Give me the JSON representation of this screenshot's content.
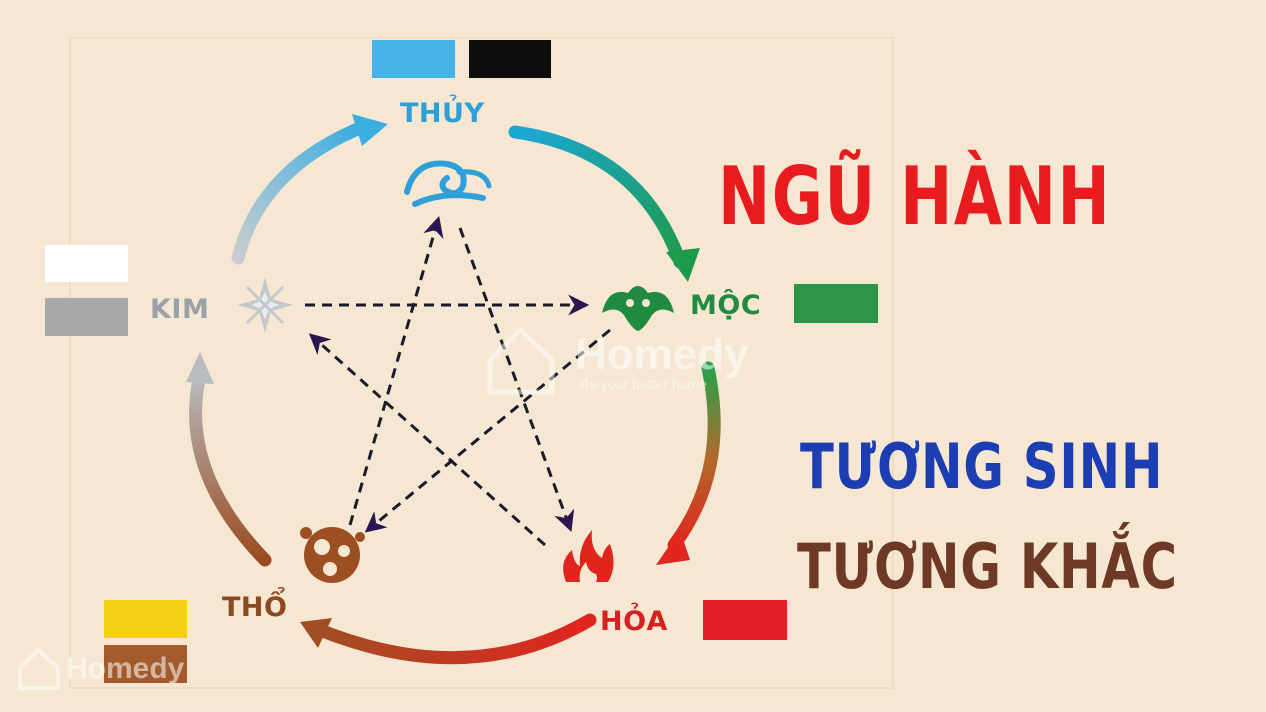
{
  "title": "NGŨ HÀNH",
  "subtitle_1": "TƯƠNG SINH",
  "subtitle_2": "TƯƠNG KHẮC",
  "elements": {
    "thuy": {
      "label": "THỦY",
      "icon": "water-wave-icon",
      "color": "#2e9fd8",
      "swatches": [
        "#45b3e7",
        "#0d0d0d"
      ]
    },
    "moc": {
      "label": "MỘC",
      "icon": "wood-leaf-icon",
      "color": "#1f8a40",
      "swatches": [
        "#2d9548"
      ]
    },
    "hoa": {
      "label": "HỎA",
      "icon": "fire-flame-icon",
      "color": "#d92020",
      "swatches": [
        "#e21f26"
      ]
    },
    "tho": {
      "label": "THỔ",
      "icon": "earth-swirl-icon",
      "color": "#8a4a22",
      "swatches": [
        "#f5cf14",
        "#a35b2c"
      ]
    },
    "kim": {
      "label": "KIM",
      "icon": "metal-star-icon",
      "color": "#9aa1a6",
      "swatches": [
        "#ffffff",
        "#a9a9a9"
      ]
    }
  },
  "cycle_generating": [
    "thuy->moc",
    "moc->hoa",
    "hoa->tho",
    "tho->kim",
    "kim->thuy"
  ],
  "cycle_controlling": [
    "kim->moc",
    "moc->tho",
    "tho->thuy",
    "thuy->hoa",
    "hoa->kim"
  ],
  "watermark": {
    "brand": "Homedy",
    "tagline": "Be your better home"
  }
}
